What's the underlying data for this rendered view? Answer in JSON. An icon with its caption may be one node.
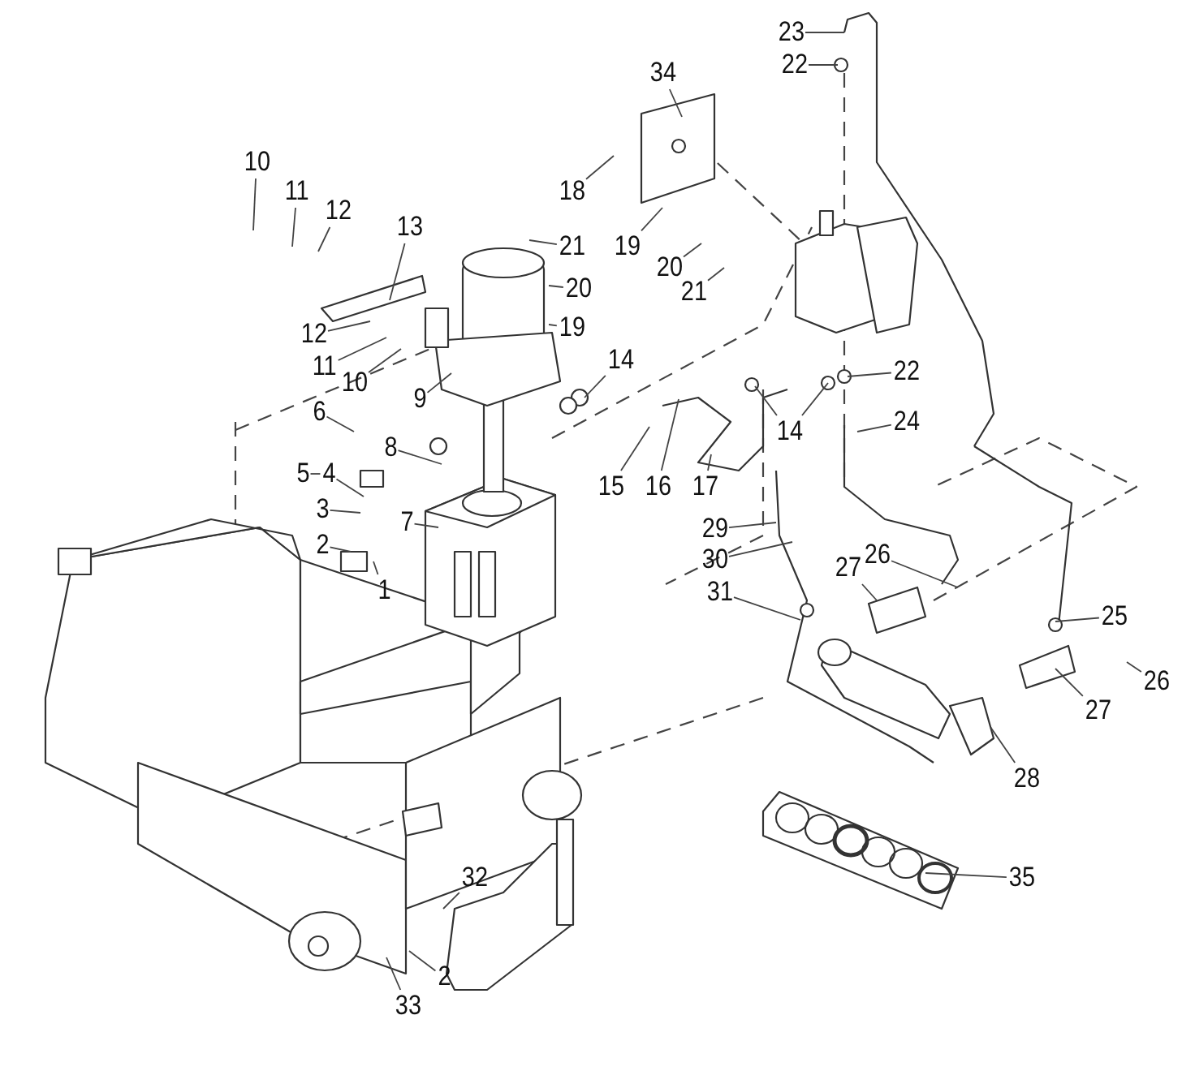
{
  "diagram": {
    "nodes": [
      {
        "text": [
          "23"
        ]
      },
      {
        "text": [
          "22"
        ]
      },
      {
        "text": [
          "34"
        ]
      },
      {
        "text": [
          "10"
        ]
      },
      {
        "text": [
          "11"
        ]
      },
      {
        "text": [
          "18"
        ]
      },
      {
        "text": [
          "12"
        ]
      },
      {
        "text": [
          "13"
        ]
      },
      {
        "text": [
          "19"
        ]
      },
      {
        "text": [
          "21"
        ]
      },
      {
        "text": [
          "20"
        ]
      },
      {
        "text": [
          "20"
        ]
      },
      {
        "text": [
          "21"
        ]
      },
      {
        "text": [
          "19"
        ]
      },
      {
        "text": [
          "12"
        ]
      },
      {
        "text": [
          "11"
        ]
      },
      {
        "text": [
          "14"
        ]
      },
      {
        "text": [
          "22"
        ]
      },
      {
        "text": [
          "10"
        ]
      },
      {
        "text": [
          "9"
        ]
      },
      {
        "text": [
          "6"
        ]
      },
      {
        "text": [
          "24"
        ]
      },
      {
        "text": [
          "14"
        ]
      },
      {
        "text": [
          "5"
        ]
      },
      {
        "text": [
          "4"
        ]
      },
      {
        "text": [
          "8"
        ]
      },
      {
        "text": [
          "15"
        ]
      },
      {
        "text": [
          "16"
        ]
      },
      {
        "text": [
          "17"
        ]
      },
      {
        "text": [
          "3"
        ]
      },
      {
        "text": [
          "29"
        ]
      },
      {
        "text": [
          "2"
        ]
      },
      {
        "text": [
          "7"
        ]
      },
      {
        "text": [
          "26"
        ]
      },
      {
        "text": [
          "30"
        ]
      },
      {
        "text": [
          "27"
        ]
      },
      {
        "text": [
          "1"
        ]
      },
      {
        "text": [
          "31"
        ]
      },
      {
        "text": [
          "25"
        ]
      },
      {
        "text": [
          "26"
        ]
      },
      {
        "text": [
          "27"
        ]
      },
      {
        "text": [
          "28"
        ]
      },
      {
        "text": [
          "35"
        ]
      },
      {
        "text": [
          "32"
        ]
      },
      {
        "text": [
          "2"
        ]
      },
      {
        "text": [
          "33"
        ]
      }
    ],
    "edges": [
      {
        "from": 0,
        "to": null,
        "arrow": "none"
      },
      {
        "from": 1,
        "to": null,
        "arrow": "none"
      },
      {
        "from": 2,
        "to": null,
        "arrow": "none"
      },
      {
        "from": 3,
        "to": null,
        "arrow": "none"
      },
      {
        "from": 4,
        "to": null,
        "arrow": "none"
      },
      {
        "from": 5,
        "to": null,
        "arrow": "none"
      },
      {
        "from": 6,
        "to": null,
        "arrow": "none"
      },
      {
        "from": 7,
        "to": null,
        "arrow": "none"
      },
      {
        "from": 8,
        "to": null,
        "arrow": "none"
      },
      {
        "from": 9,
        "to": null,
        "arrow": "none"
      },
      {
        "from": 10,
        "to": null,
        "arrow": "none"
      },
      {
        "from": 11,
        "to": null,
        "arrow": "none"
      },
      {
        "from": 12,
        "to": null,
        "arrow": "none"
      },
      {
        "from": 13,
        "to": null,
        "arrow": "none"
      },
      {
        "from": 14,
        "to": null,
        "arrow": "none"
      },
      {
        "from": 15,
        "to": null,
        "arrow": "none"
      },
      {
        "from": 16,
        "to": null,
        "arrow": "none"
      },
      {
        "from": 17,
        "to": null,
        "arrow": "none"
      },
      {
        "from": 18,
        "to": null,
        "arrow": "none"
      },
      {
        "from": 19,
        "to": null,
        "arrow": "none"
      },
      {
        "from": 20,
        "to": null,
        "arrow": "none"
      },
      {
        "from": 21,
        "to": null,
        "arrow": "none"
      },
      {
        "from": 22,
        "to": null,
        "arrow": "none"
      },
      {
        "from": 22,
        "to": null,
        "arrow": "none"
      },
      {
        "from": 23,
        "to": 24,
        "arrow": "none"
      },
      {
        "from": 24,
        "to": null,
        "arrow": "none"
      },
      {
        "from": 25,
        "to": null,
        "arrow": "none"
      },
      {
        "from": 26,
        "to": null,
        "arrow": "none"
      },
      {
        "from": 27,
        "to": null,
        "arrow": "none"
      },
      {
        "from": 28,
        "to": null,
        "arrow": "none"
      },
      {
        "from": 29,
        "to": null,
        "arrow": "none"
      },
      {
        "from": 30,
        "to": null,
        "arrow": "none"
      },
      {
        "from": 31,
        "to": null,
        "arrow": "none"
      },
      {
        "from": 32,
        "to": null,
        "arrow": "none"
      },
      {
        "from": 33,
        "to": null,
        "arrow": "none"
      },
      {
        "from": 34,
        "to": null,
        "arrow": "none"
      },
      {
        "from": 35,
        "to": null,
        "arrow": "none"
      },
      {
        "from": 36,
        "to": null,
        "arrow": "none"
      },
      {
        "from": 37,
        "to": null,
        "arrow": "none"
      },
      {
        "from": 38,
        "to": null,
        "arrow": "none"
      },
      {
        "from": 39,
        "to": null,
        "arrow": "none"
      },
      {
        "from": 40,
        "to": null,
        "arrow": "none"
      },
      {
        "from": 41,
        "to": null,
        "arrow": "none"
      },
      {
        "from": 42,
        "to": null,
        "arrow": "none"
      },
      {
        "from": 43,
        "to": null,
        "arrow": "none"
      },
      {
        "from": 44,
        "to": null,
        "arrow": "none"
      },
      {
        "from": 45,
        "to": null,
        "arrow": "none"
      }
    ]
  }
}
